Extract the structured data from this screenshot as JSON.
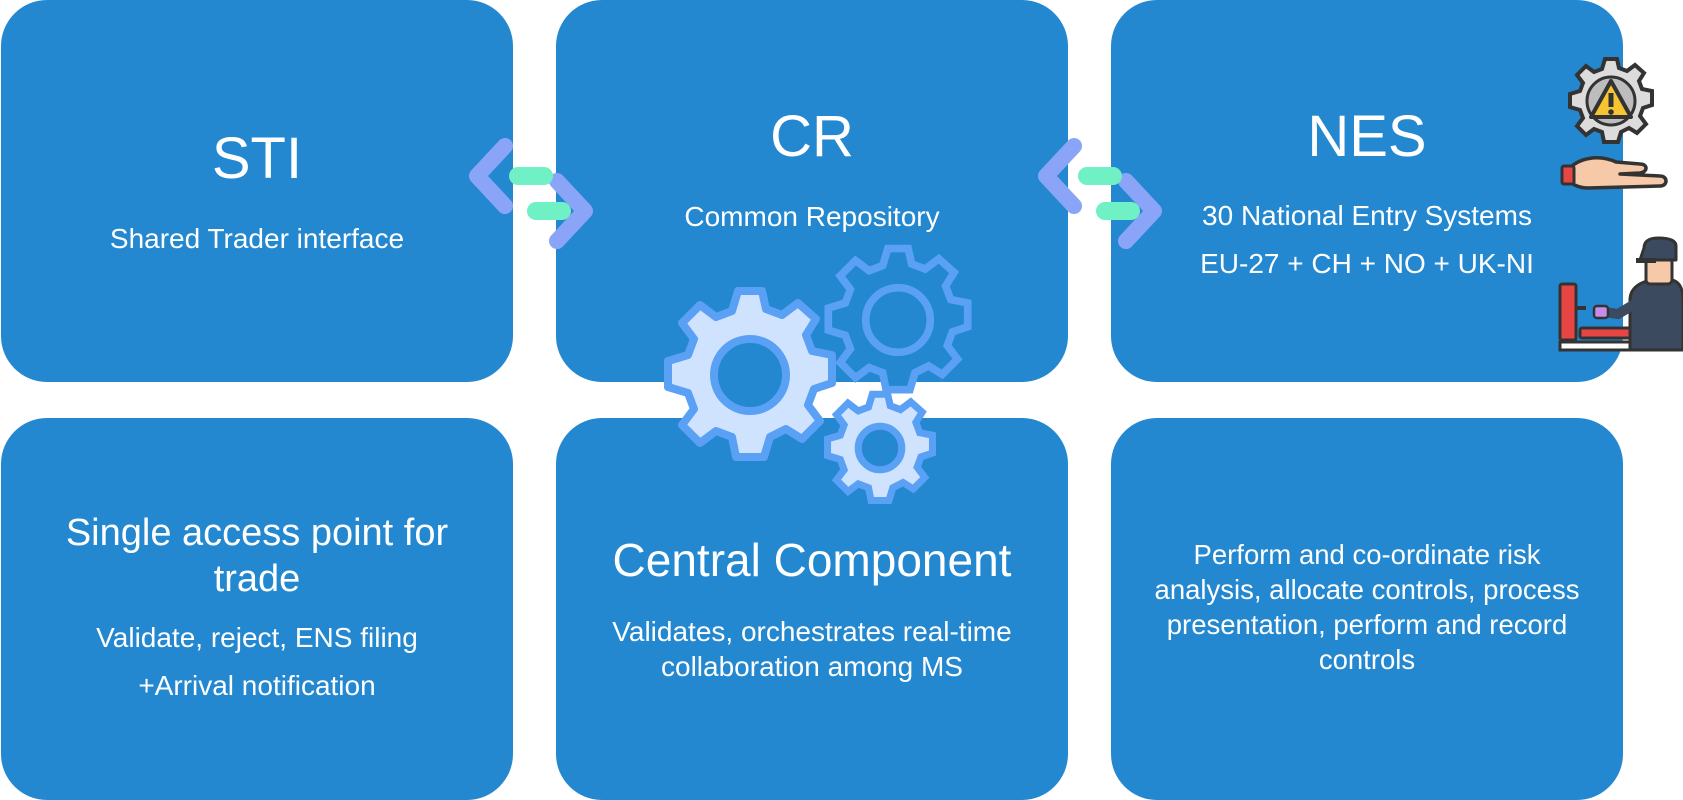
{
  "top": {
    "sti": {
      "title": "STI",
      "subtitle": "Shared Trader interface"
    },
    "cr": {
      "title": "CR",
      "subtitle": "Common Repository"
    },
    "nes": {
      "title": "NES",
      "line1": "30 National Entry Systems",
      "line2": "EU-27 + CH + NO + UK-NI"
    }
  },
  "bottom": {
    "sti": {
      "heading_line1": "Single access point for",
      "heading_line2": "trade",
      "line1": "Validate, reject, ENS filing",
      "line2": "+Arrival notification"
    },
    "cr": {
      "heading": "Central Component",
      "line1": "Validates, orchestrates real-time",
      "line2": "collaboration among MS"
    },
    "nes": {
      "line1": "Perform and co-ordinate risk",
      "line2": "analysis, allocate controls, process",
      "line3": "presentation, perform and record",
      "line4": "controls"
    }
  },
  "icons": {
    "arrow_left": "double-arrow-icon",
    "arrow_right": "double-arrow-icon",
    "gears": "gears-icon",
    "warning": "gear-warning-icon",
    "hand": "hand-icon",
    "officer": "customs-officer-icon"
  },
  "colors": {
    "card": "#2388d0",
    "gear_light": "#cfe3ff",
    "gear_stroke": "#5aa0f5",
    "arrow_violet": "#8aa4f7",
    "arrow_mint": "#6ff0c5"
  }
}
